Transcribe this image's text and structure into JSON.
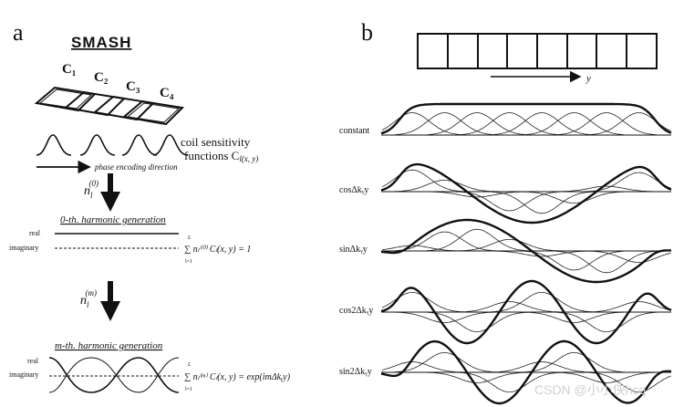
{
  "panel_a": {
    "label": "a",
    "title": "SMASH",
    "coils": [
      "C₁",
      "C₂",
      "C₃",
      "C₄"
    ],
    "coil_caption_1": "coil sensitivity",
    "coil_caption_2": "functions C",
    "coil_caption_sub": "l(x, y)",
    "phase_label": "phase encoding direction",
    "weight_top": "n",
    "weight_top_sub": "l",
    "weight_top_sup": "(0)",
    "zeroth": {
      "title": "0-th. harmonic generation",
      "real": "real",
      "imaginary": "imaginary",
      "equation": "∑ nₗ⁽⁰⁾ Cₗ(x, y) = 1",
      "sum_top": "L",
      "sum_bottom": "l=1"
    },
    "weight_mid": "n",
    "weight_mid_sub": "l",
    "weight_mid_sup": "(m)",
    "mth": {
      "title": "m-th. harmonic generation",
      "real": "real",
      "imaginary": "imaginary",
      "equation": "∑ nₗ⁽ᵐ⁾ Cₗ(x, y) = exp(imΔkᵧy)",
      "sum_top": "L",
      "sum_bottom": "l=1"
    }
  },
  "panel_b": {
    "label": "b",
    "y_axis_label": "y",
    "rows": [
      {
        "label": "constant",
        "kind": "constant"
      },
      {
        "label": "cosΔkᵧy",
        "kind": "cos1"
      },
      {
        "label": "sinΔkᵧy",
        "kind": "sin1"
      },
      {
        "label": "cos2Δkᵧy",
        "kind": "cos2"
      },
      {
        "label": "sin2Δkᵧy",
        "kind": "sin2"
      }
    ]
  },
  "watermark": "CSDN @小小侠hcq"
}
